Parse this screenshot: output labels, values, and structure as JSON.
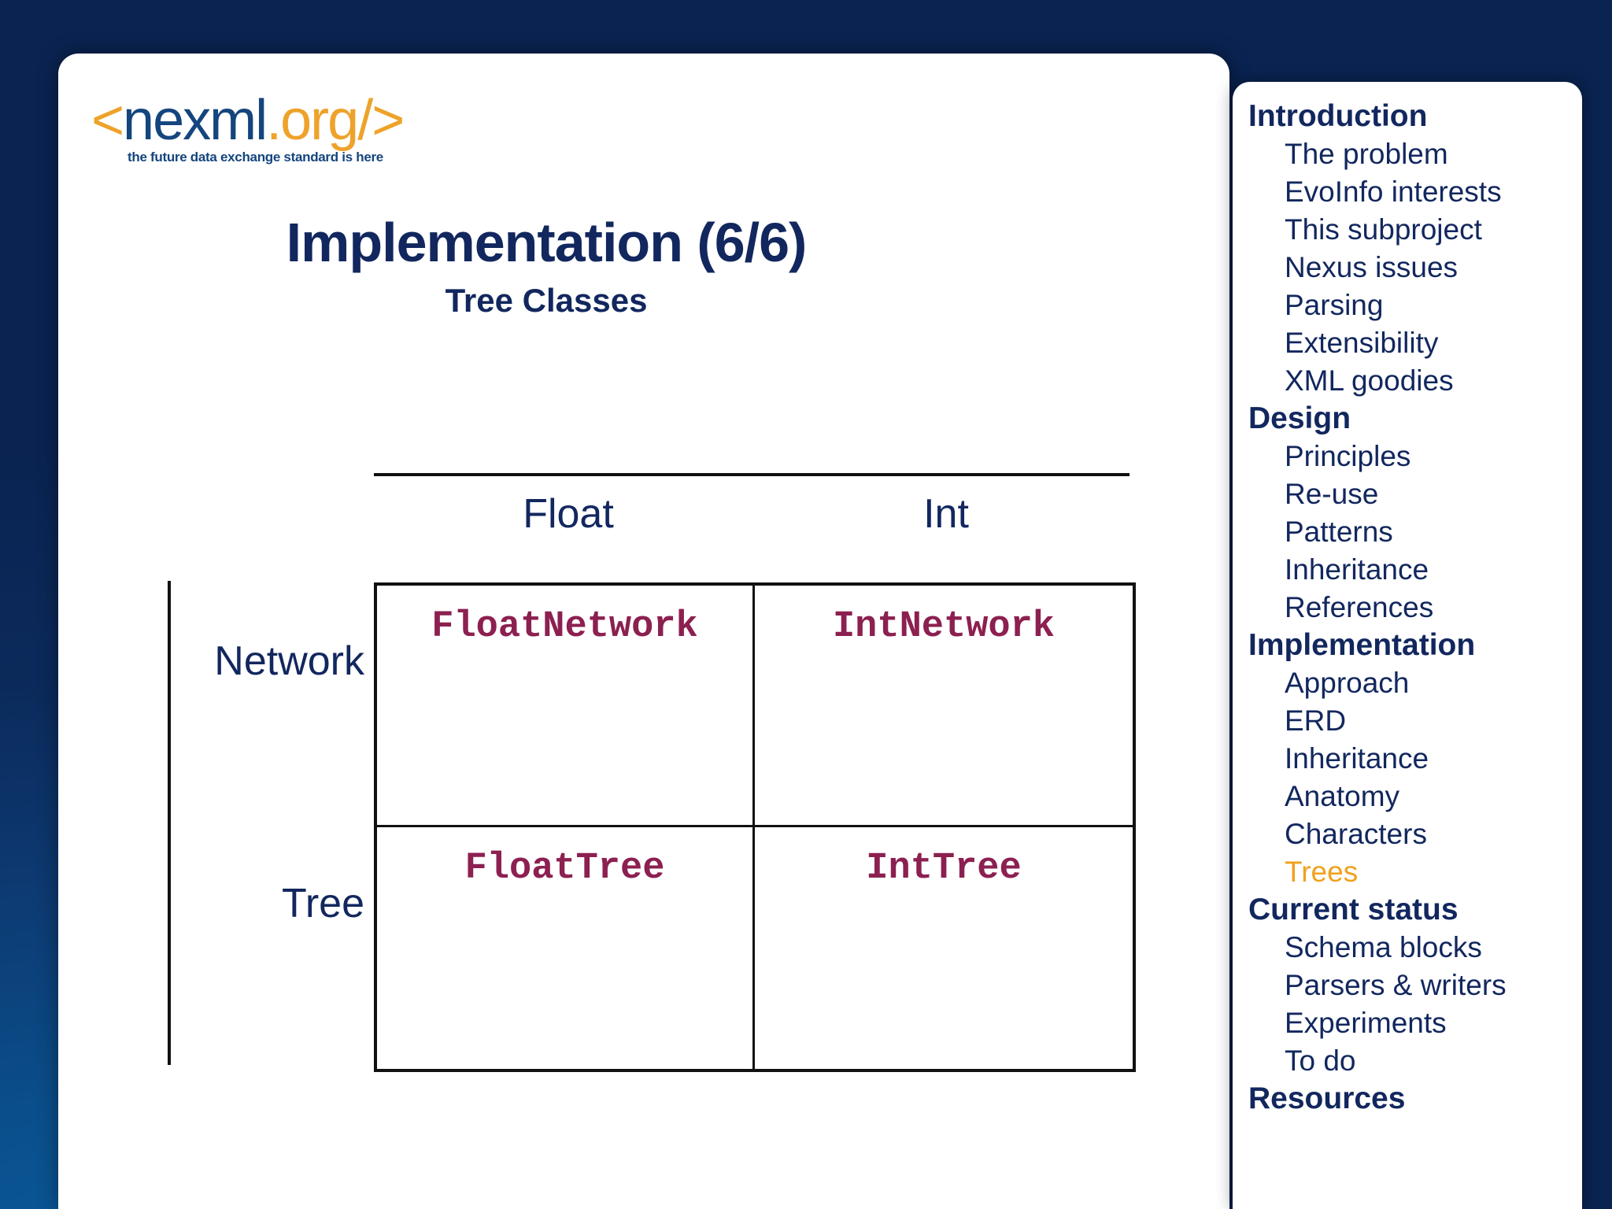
{
  "logo": {
    "bracket_open": "<",
    "name": "nexml",
    "dot_org": ".org",
    "bracket_close": "/>",
    "tagline": "the future data exchange standard is here"
  },
  "slide": {
    "title": "Implementation (6/6)",
    "subtitle": "Tree Classes"
  },
  "matrix": {
    "columns": [
      "Float",
      "Int"
    ],
    "rows": [
      "Network",
      "Tree"
    ],
    "cells": [
      [
        "FloatNetwork",
        "IntNetwork"
      ],
      [
        "FloatTree",
        "IntTree"
      ]
    ]
  },
  "sidebar": {
    "items": [
      {
        "label": "Introduction",
        "type": "section",
        "active": false
      },
      {
        "label": "The problem",
        "type": "item",
        "active": false
      },
      {
        "label": "EvoInfo interests",
        "type": "item",
        "active": false
      },
      {
        "label": "This subproject",
        "type": "item",
        "active": false
      },
      {
        "label": "Nexus issues",
        "type": "item",
        "active": false
      },
      {
        "label": "Parsing",
        "type": "item",
        "active": false
      },
      {
        "label": "Extensibility",
        "type": "item",
        "active": false
      },
      {
        "label": "XML goodies",
        "type": "item",
        "active": false
      },
      {
        "label": "Design",
        "type": "section",
        "active": false
      },
      {
        "label": "Principles",
        "type": "item",
        "active": false
      },
      {
        "label": "Re-use",
        "type": "item",
        "active": false
      },
      {
        "label": "Patterns",
        "type": "item",
        "active": false
      },
      {
        "label": "Inheritance",
        "type": "item",
        "active": false
      },
      {
        "label": "References",
        "type": "item",
        "active": false
      },
      {
        "label": "Implementation",
        "type": "section",
        "active": false
      },
      {
        "label": "Approach",
        "type": "item",
        "active": false
      },
      {
        "label": "ERD",
        "type": "item",
        "active": false
      },
      {
        "label": "Inheritance",
        "type": "item",
        "active": false
      },
      {
        "label": "Anatomy",
        "type": "item",
        "active": false
      },
      {
        "label": "Characters",
        "type": "item",
        "active": false
      },
      {
        "label": "Trees",
        "type": "item",
        "active": true
      },
      {
        "label": "Current status",
        "type": "section",
        "active": false
      },
      {
        "label": "Schema blocks",
        "type": "item",
        "active": false
      },
      {
        "label": "Parsers & writers",
        "type": "item",
        "active": false
      },
      {
        "label": "Experiments",
        "type": "item",
        "active": false
      },
      {
        "label": "To do",
        "type": "item",
        "active": false
      },
      {
        "label": "Resources",
        "type": "section",
        "active": false
      }
    ]
  },
  "colors": {
    "background_navy": "#0b2a5b",
    "background_blue": "#0a5a9c",
    "card_white": "#ffffff",
    "heading_navy": "#12275e",
    "class_maroon": "#8c2050",
    "accent_orange": "#f0a11e",
    "logo_orange": "#eda32b",
    "logo_navy": "#14457e",
    "rule_black": "#111111"
  }
}
